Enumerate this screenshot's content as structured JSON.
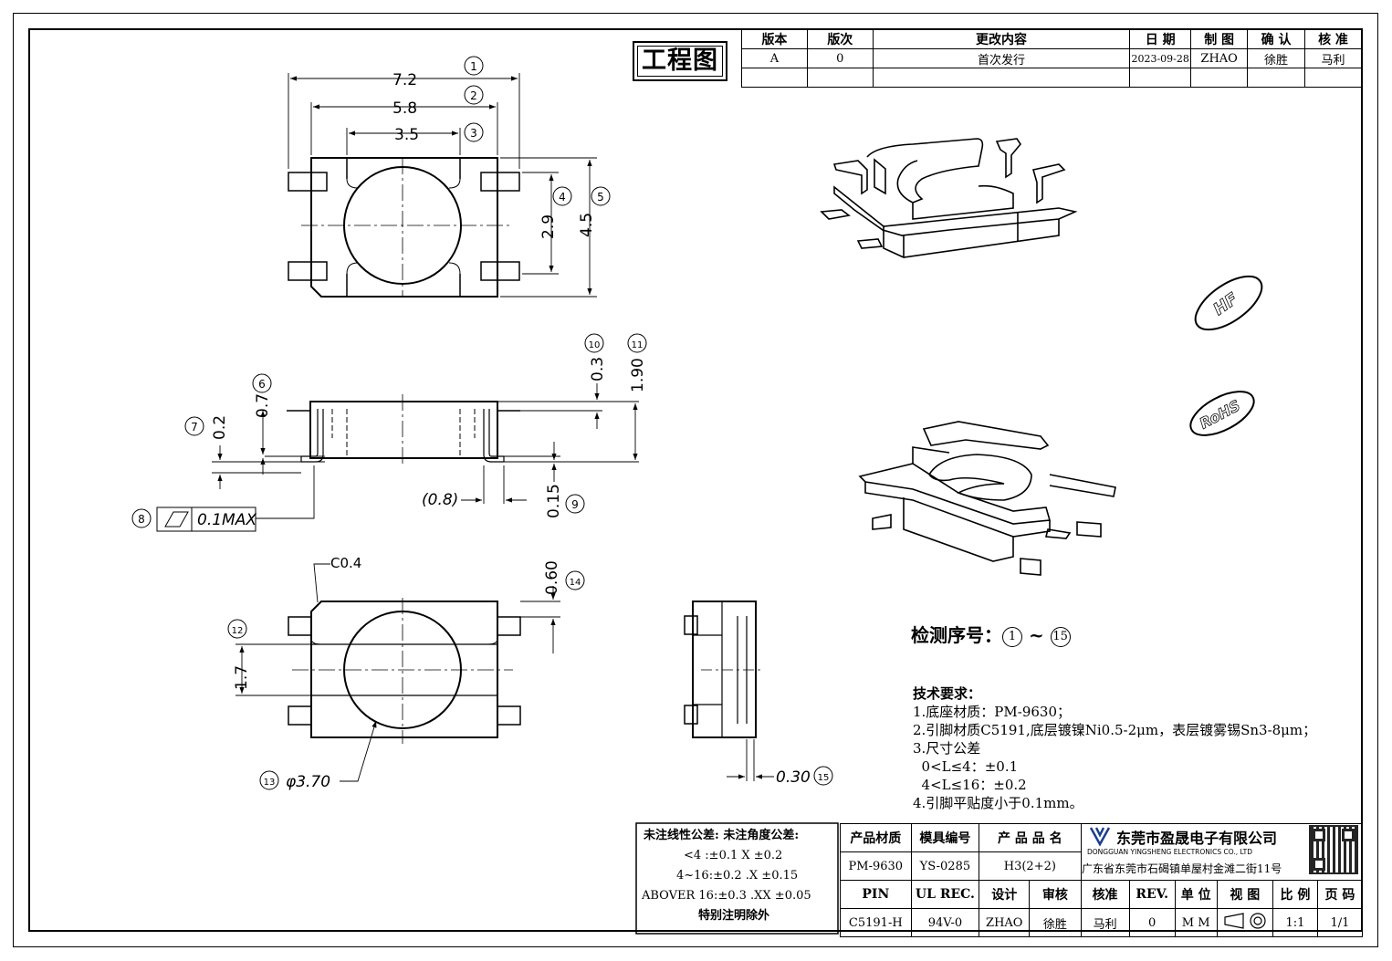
{
  "stamp": "工程图",
  "revision_table": {
    "headers": [
      "版本",
      "版次",
      "更改内容",
      "日 期",
      "制 图",
      "确 认",
      "核 准"
    ],
    "row": [
      "A",
      "0",
      "首次发行",
      "2023-09-28",
      "ZHAO",
      "徐胜",
      "马利"
    ]
  },
  "dimensions": {
    "d1": "7.2",
    "d2": "5.8",
    "d3": "3.5",
    "d4": "2.9",
    "d5": "4.5",
    "d6": "0.7",
    "d7": "0.2",
    "d8": "0.1MAX",
    "d9": "0.15",
    "d10": "0.3",
    "d11": "1.90",
    "d12": "1.7",
    "d13": "φ3.70",
    "d14": "0.60",
    "d15": "0.30",
    "d_paren": "(0.8)",
    "chamfer": "C0.4"
  },
  "balloons": [
    "1",
    "2",
    "3",
    "4",
    "5",
    "6",
    "7",
    "8",
    "9",
    "10",
    "11",
    "12",
    "13",
    "14",
    "15"
  ],
  "marks": {
    "hf": "HF",
    "rohs": "RoHS"
  },
  "inspection": {
    "label": "检测序号：",
    "from": "1",
    "sep": " ~ ",
    "to": "15"
  },
  "notes": {
    "title": "技术要求：",
    "n1": "1.底座材质：PM-9630；",
    "n2": "2.引脚材质C5191,底层镀镍Ni0.5-2μm，表层镀雾锡Sn3-8μm；",
    "n3": "3.尺寸公差",
    "n3a": "  0<L≤4：±0.1",
    "n3b": "  4<L≤16：±0.2",
    "n4": "4.引脚平贴度小于0.1mm。"
  },
  "tolerance": {
    "title": "未注线性公差:  未注角度公差:",
    "l1": "<4 :±0.1  X ±0.2",
    "l2": "4~16:±0.2  .X ±0.15",
    "l3": "ABOVER 16:±0.3  .XX ±0.05",
    "l4": "特别注明除外"
  },
  "title_block": {
    "h_material": "产品材质",
    "h_mold": "模具编号",
    "h_name": "产 品 品 名",
    "material": "PM-9630",
    "mold": "YS-0285",
    "name": "H3(2+2)",
    "h_pin": "PIN",
    "h_ul": "UL REC.",
    "h_design": "设计",
    "h_review": "审核",
    "h_approve": "核准",
    "h_rev": "REV.",
    "h_unit": "单 位",
    "h_view": "视 图",
    "h_scale": "比 例",
    "h_page": "页 码",
    "pin": "C5191-H",
    "ul": "94V-0",
    "design": "ZHAO",
    "review": "徐胜",
    "approve": "马利",
    "rev": "0",
    "unit": "M M",
    "scale": "1:1",
    "page": "1/1"
  },
  "company": {
    "name": "东莞市盈晟电子有限公司",
    "english": "DONGGUAN YINGSHENG ELECTRONICS CO., LTD",
    "address": "广东省东莞市石碣镇单屋村金滩二街11号"
  }
}
